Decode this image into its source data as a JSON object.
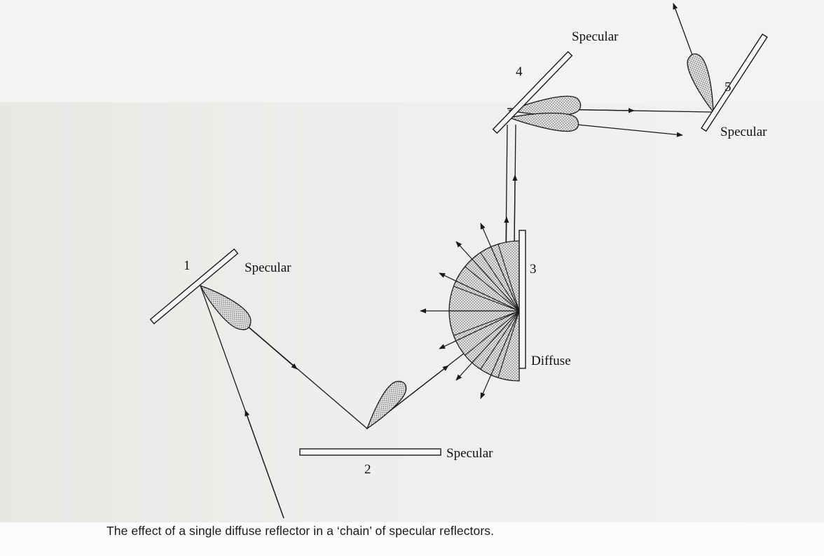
{
  "diagram": {
    "labels": {
      "mirror1_type": "Specular",
      "mirror2_type": "Specular",
      "mirror3_type": "Diffuse",
      "mirror4_type": "Specular",
      "mirror5_type": "Specular"
    },
    "numbers": {
      "m1": "1",
      "m2": "2",
      "m3": "3",
      "m4": "4",
      "m5": "5"
    }
  },
  "caption": "The effect of a single diffuse reflector in a ‘chain’ of specular reflectors.",
  "colors": {
    "ink": "#1a1a1a",
    "background": "#f4f3f1",
    "lobe_fill": "#bdbdbd"
  }
}
